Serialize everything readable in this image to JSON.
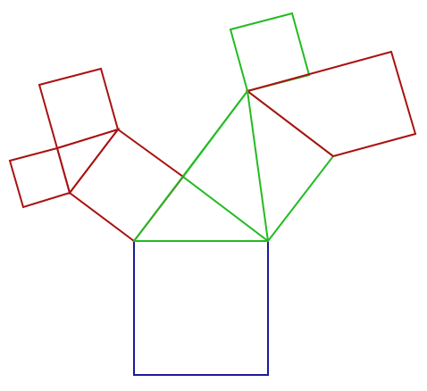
{
  "diagram": {
    "description_shown": "",
    "colors": {
      "blue": "#1a1a9c",
      "green": "#22bb22",
      "red": "#aa1111",
      "background": "#ffffff"
    },
    "shapes": [
      {
        "id": "base-square",
        "color": "blue",
        "kind": "square"
      },
      {
        "id": "green-square-right",
        "color": "green",
        "kind": "square"
      },
      {
        "id": "green-square-top",
        "color": "green",
        "kind": "square"
      },
      {
        "id": "red-square-left-large",
        "color": "red",
        "kind": "square"
      },
      {
        "id": "red-square-left-small-top",
        "color": "red",
        "kind": "square"
      },
      {
        "id": "red-square-left-small-side",
        "color": "red",
        "kind": "square"
      },
      {
        "id": "red-square-right-large",
        "color": "red",
        "kind": "square"
      },
      {
        "id": "green-center-triangle",
        "color": "green",
        "kind": "triangle"
      },
      {
        "id": "red-left-triangle",
        "color": "red",
        "kind": "triangle"
      }
    ]
  }
}
